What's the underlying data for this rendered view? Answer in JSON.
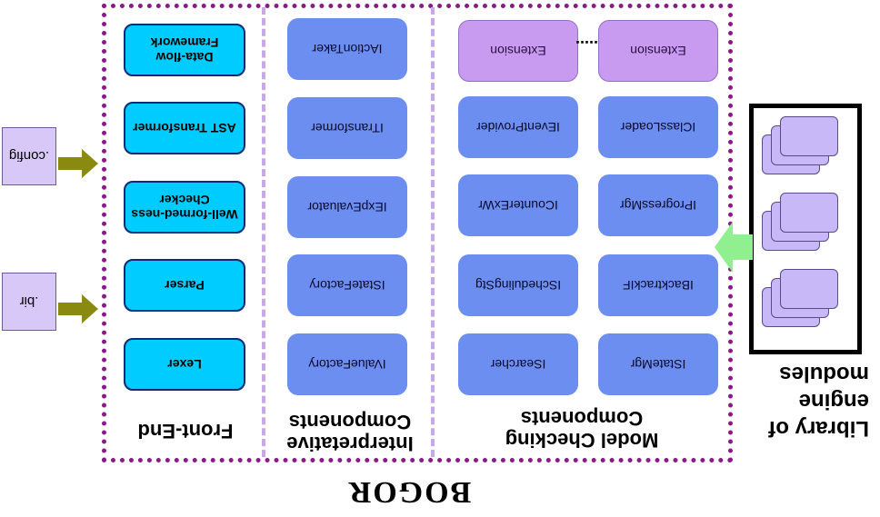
{
  "title": "BOGOR",
  "front_end": {
    "heading": "Front-End",
    "boxes": [
      "Data-flow Framework",
      "AST Transformer",
      "Well-formed-ness Checker",
      "Parser",
      "Lexer"
    ]
  },
  "interpretative": {
    "heading": "Interpretative Components",
    "boxes": [
      "IActionTaker",
      "ITransformer",
      "IExpEvaluator",
      "IStateFactory",
      "IValueFactory"
    ]
  },
  "model_checking": {
    "heading": "Model Checking Components",
    "left_col": [
      "IEventProvider",
      "ICounterExWr",
      "ISchedulingStg",
      "ISearcher"
    ],
    "right_col": [
      "IClassLoader",
      "IProgressMgr",
      "IBacktrackIF",
      "IStateMgr"
    ],
    "extensions": [
      "Extension",
      "Extension"
    ],
    "ellipsis": "....."
  },
  "inputs": [
    ".config",
    ".bir"
  ],
  "library": {
    "heading": "Library of engine modules"
  },
  "colors": {
    "frame": "#8a1a8a",
    "divider": "#c8a8e8",
    "front_end_box": "#00ccff",
    "component_box": "#6c8ef0",
    "extension_box": "#c89af0",
    "arrow": "#8a8a10",
    "library_arrow": "#90f090"
  }
}
